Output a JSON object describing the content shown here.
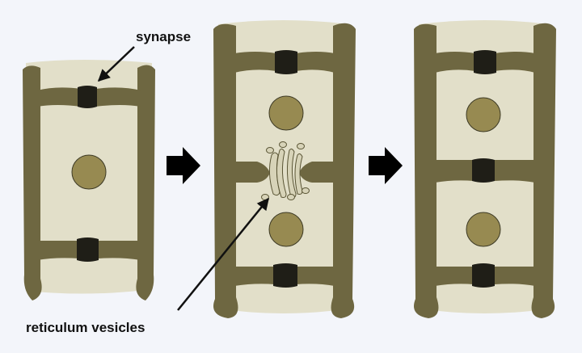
{
  "labels": {
    "synapse": "synapse",
    "reticulum_vesicles": "reticulum vesicles"
  },
  "colors": {
    "background": "#f3f5fa",
    "cell_wall": "#6e6741",
    "cytoplasm": "#e2dfc9",
    "nucleus_fill": "#978a51",
    "synapse_plug": "#1f1e17",
    "vesicle_fill": "#d7d3b8",
    "arrow": "#000000"
  },
  "stages": [
    {
      "name": "single cell",
      "nuclei": 1,
      "synapses": 2
    },
    {
      "name": "dividing cell",
      "nuclei": 2,
      "synapses": 2
    },
    {
      "name": "two daughter cells",
      "nuclei": 2,
      "synapses": 3
    }
  ]
}
